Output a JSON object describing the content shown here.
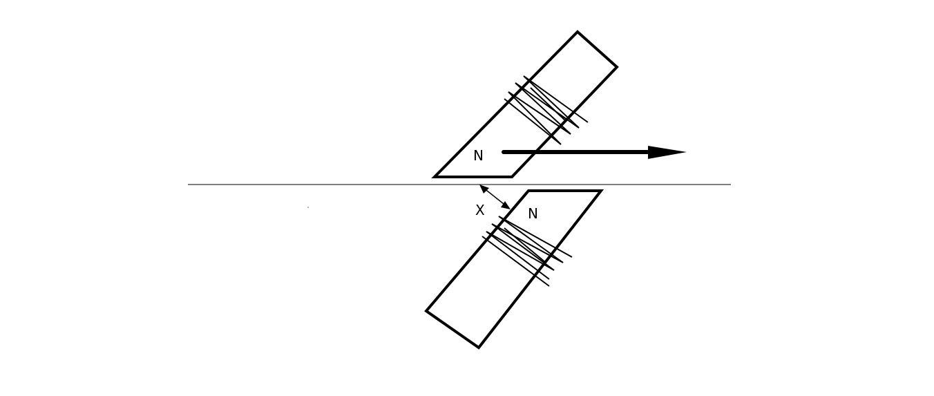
{
  "labels": {
    "upper_magnet_pole": "N",
    "lower_magnet_pole": "N",
    "gap": "X"
  },
  "colors": {
    "stroke": "#000000",
    "background": "#ffffff"
  }
}
